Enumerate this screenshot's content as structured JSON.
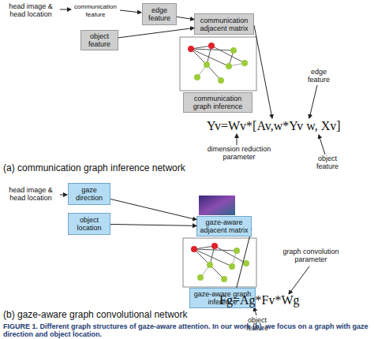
{
  "diagram": {
    "caption": "FIGURE 1. Different graph structures of gaze-aware attention. In our work (b), we focus on a graph with gaze direction and object location.",
    "nodes": [
      {
        "text": [
          "edge feature"
        ]
      },
      {
        "text": [
          "object feature"
        ]
      },
      {
        "text": [
          "communication adjacent matrix"
        ]
      },
      {
        "text": [
          "communication graph inference"
        ]
      },
      {
        "text": [
          "gaze direction"
        ]
      },
      {
        "text": [
          "object location"
        ]
      },
      {
        "text": [
          "gaze-aware adjacent matrix"
        ]
      },
      {
        "text": [
          "gaze-aware graph inference"
        ]
      }
    ],
    "edges": [
      {
        "from": 0,
        "to": 2,
        "arrow": "to"
      },
      {
        "from": 1,
        "to": 2,
        "arrow": "to"
      },
      {
        "from": 4,
        "to": 6,
        "arrow": "to"
      },
      {
        "from": 5,
        "to": 6,
        "arrow": "to"
      }
    ],
    "labels": [
      "head image & head location",
      "communication feature",
      "edge feature",
      "Yv=Wv*[Av,w*Yv w, Xv]",
      "dimension reduction parameter",
      "object feature",
      "(a) communication graph inference network",
      "head image & head location",
      "graph convolution parameter",
      "Fg=Ag*Fv*Wg",
      "object feature",
      "(b) gaze-aware graph convolutional network"
    ]
  }
}
